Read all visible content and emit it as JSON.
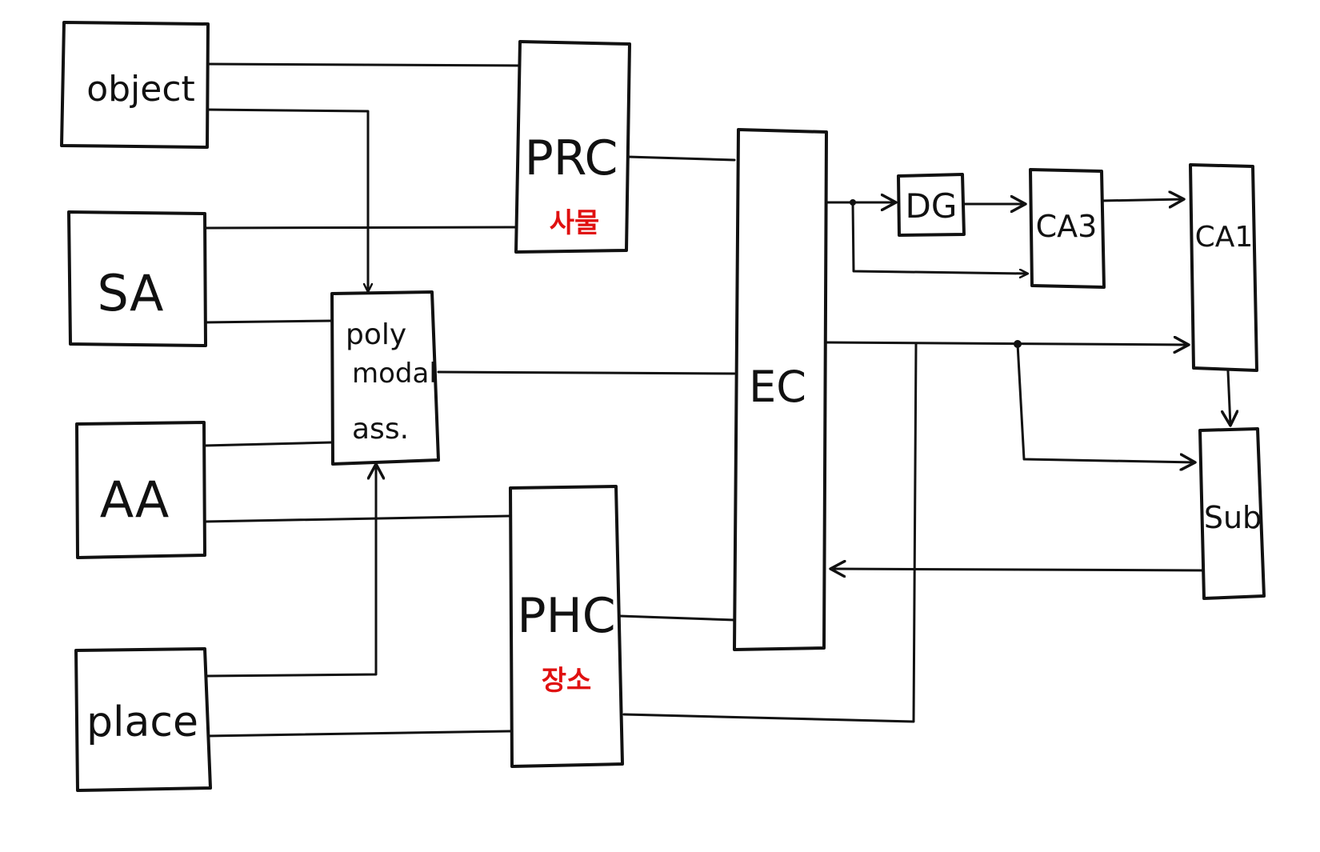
{
  "colors": {
    "ink": "#111111",
    "highlight": "#e01010",
    "background": "#ffffff"
  },
  "nodes": {
    "object": {
      "label": "object"
    },
    "sa": {
      "label": "SA"
    },
    "aa": {
      "label": "AA"
    },
    "place": {
      "label": "place"
    },
    "polymodal": {
      "line1": "poly",
      "line2": "modal",
      "line3": "ass."
    },
    "prc": {
      "label": "PRC",
      "sublabel": "사물"
    },
    "phc": {
      "label": "PHC",
      "sublabel": "장소"
    },
    "ec": {
      "label": "EC"
    },
    "dg": {
      "label": "DG"
    },
    "ca3": {
      "label": "CA3"
    },
    "ca1": {
      "label": "CA1"
    },
    "sub": {
      "label": "Sub"
    }
  },
  "edges": [
    {
      "from": "object",
      "to": "PRC"
    },
    {
      "from": "object",
      "to": "poly modal ass."
    },
    {
      "from": "SA",
      "to": "PRC"
    },
    {
      "from": "SA",
      "to": "poly modal ass."
    },
    {
      "from": "AA",
      "to": "poly modal ass."
    },
    {
      "from": "AA",
      "to": "PHC"
    },
    {
      "from": "place",
      "to": "poly modal ass."
    },
    {
      "from": "place",
      "to": "PHC"
    },
    {
      "from": "PRC",
      "to": "EC"
    },
    {
      "from": "poly modal ass.",
      "to": "EC"
    },
    {
      "from": "PHC",
      "to": "EC"
    },
    {
      "from": "EC",
      "to": "DG"
    },
    {
      "from": "EC",
      "to": "CA3"
    },
    {
      "from": "DG",
      "to": "CA3"
    },
    {
      "from": "CA3",
      "to": "CA1"
    },
    {
      "from": "EC",
      "to": "CA1"
    },
    {
      "from": "EC",
      "to": "Sub"
    },
    {
      "from": "CA1",
      "to": "Sub"
    },
    {
      "from": "Sub",
      "to": "EC"
    },
    {
      "from": "EC",
      "to": "PHC"
    }
  ]
}
